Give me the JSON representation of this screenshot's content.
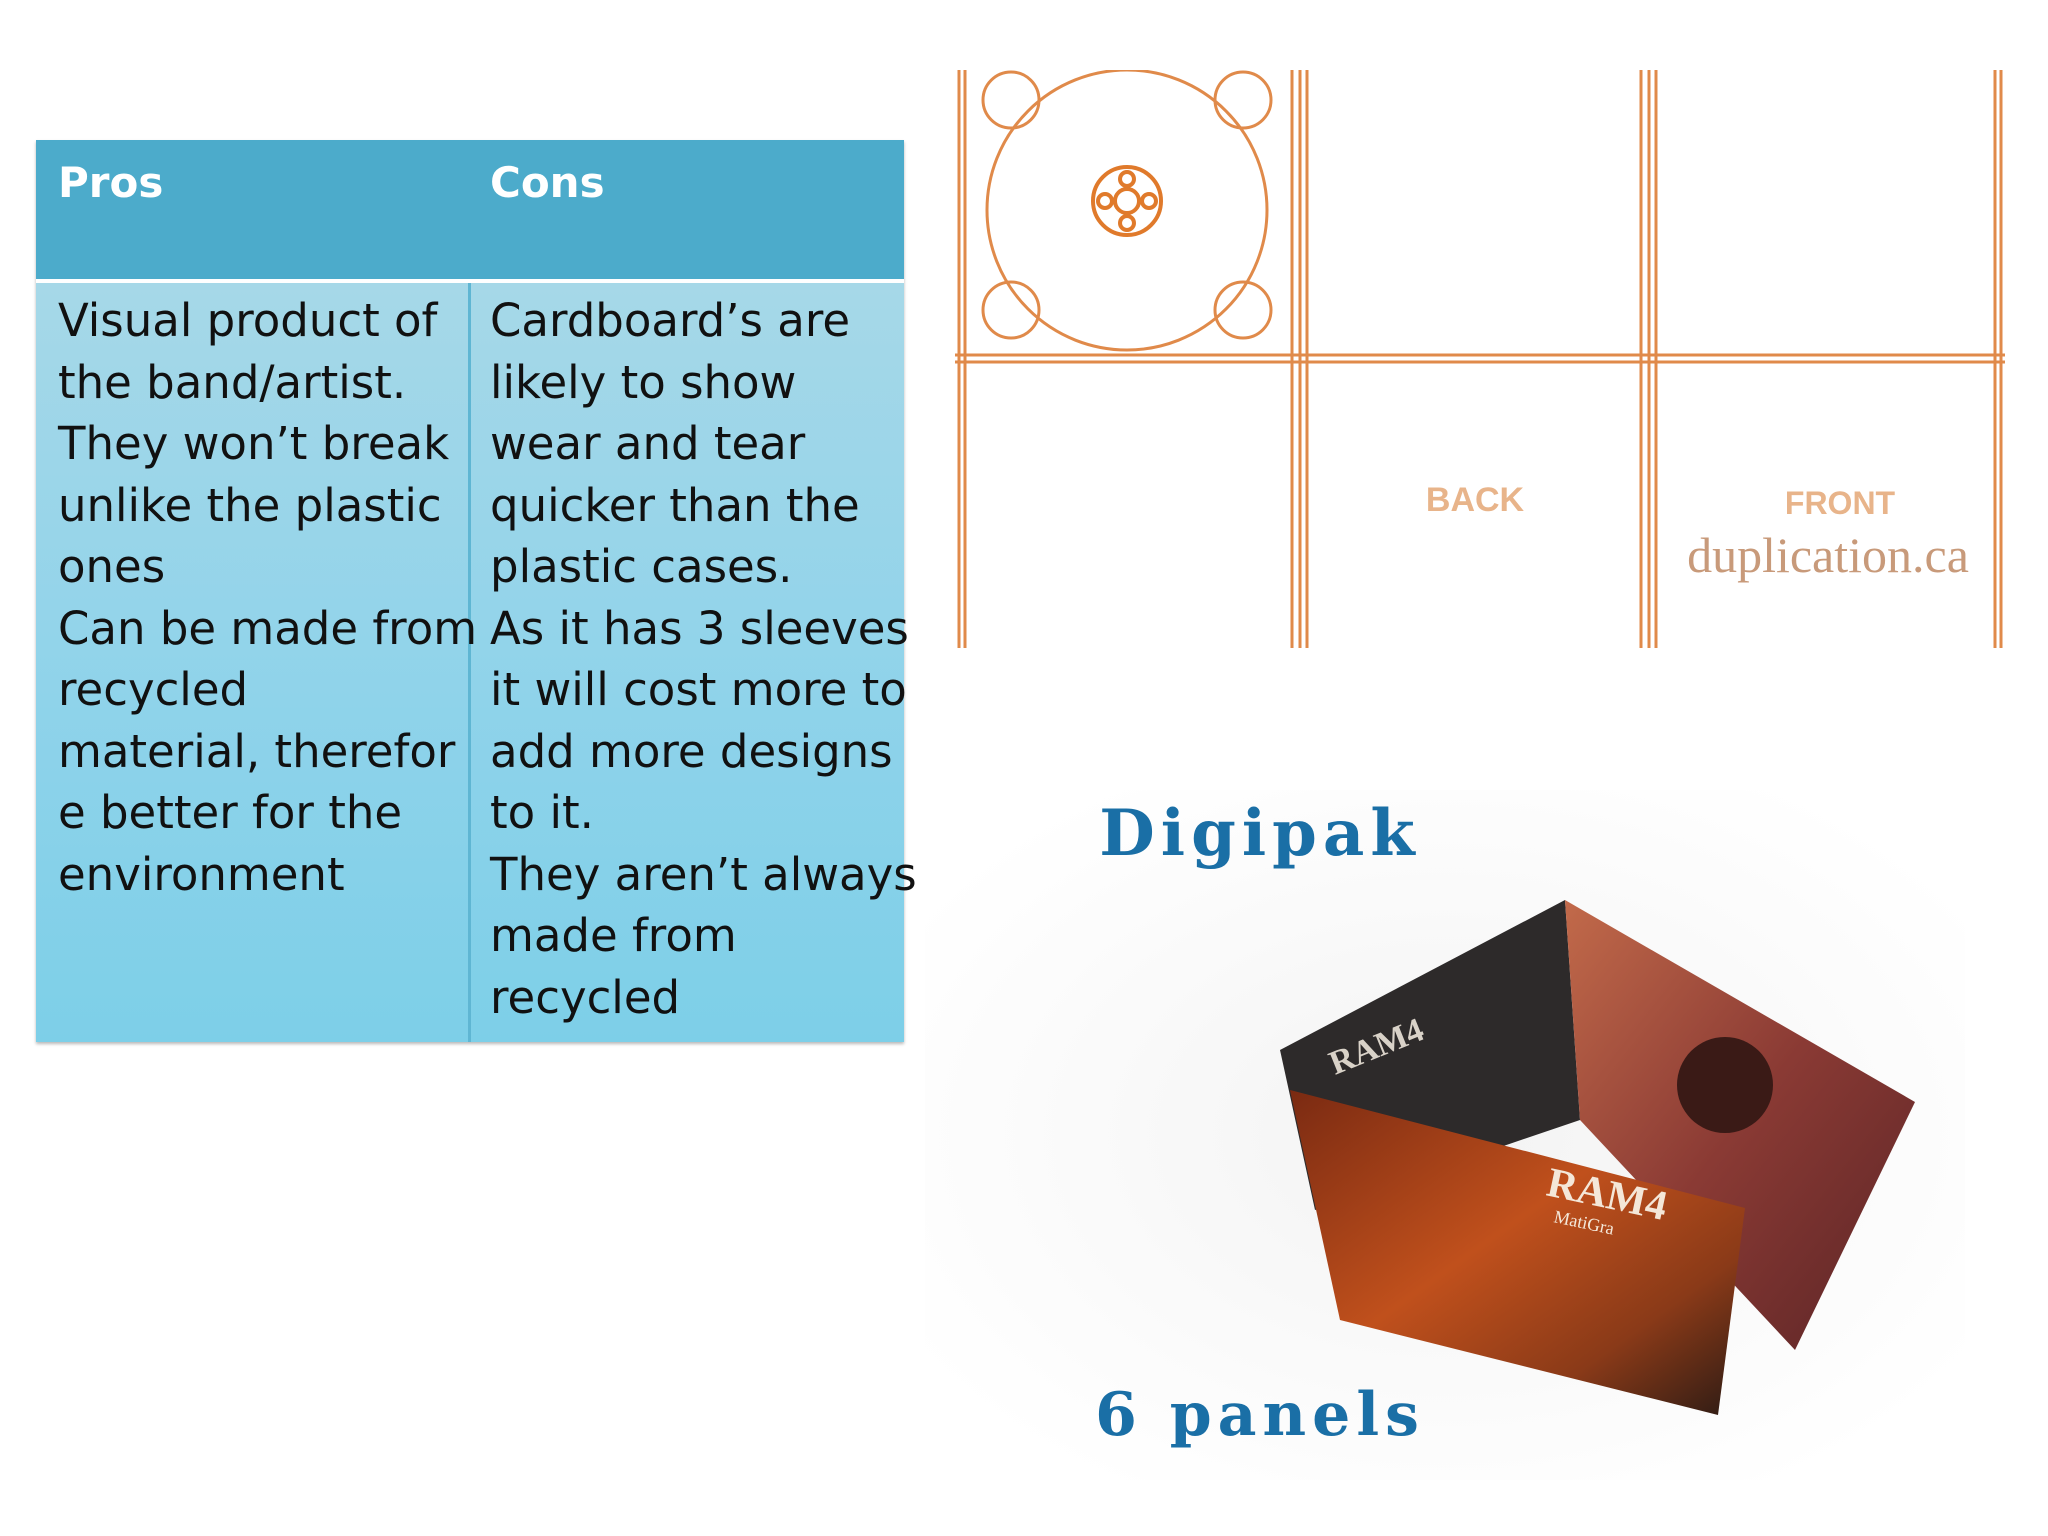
{
  "table": {
    "headers": {
      "pros": "Pros",
      "cons": "Cons"
    },
    "pros_lines": [
      "Visual product of",
      "the band/artist.",
      "They won’t break",
      "unlike the plastic",
      "ones",
      "Can be made from",
      "recycled",
      "material, therefor",
      "e better for the",
      "environment"
    ],
    "cons_lines": [
      "Cardboard’s are",
      "likely to show",
      "wear and tear",
      "quicker than the",
      "plastic cases.",
      "As it has 3 sleeves",
      "it will cost more to",
      "add more designs",
      "to it.",
      "They aren’t always",
      "made from",
      "recycled"
    ],
    "colors": {
      "header": "#4cabcb",
      "body": "#8fd3ea",
      "text": "#111111"
    }
  },
  "dieline_image": {
    "back_label": "BACK",
    "front_label": "FRONT",
    "watermark": "duplication.ca",
    "line_color": "#e07a2b"
  },
  "digipak_image": {
    "title": "Digipak",
    "caption": "6 panels",
    "cover_text": "RAM4",
    "cover_subtext": "MatiGra",
    "title_color": "#1a6fa6"
  }
}
